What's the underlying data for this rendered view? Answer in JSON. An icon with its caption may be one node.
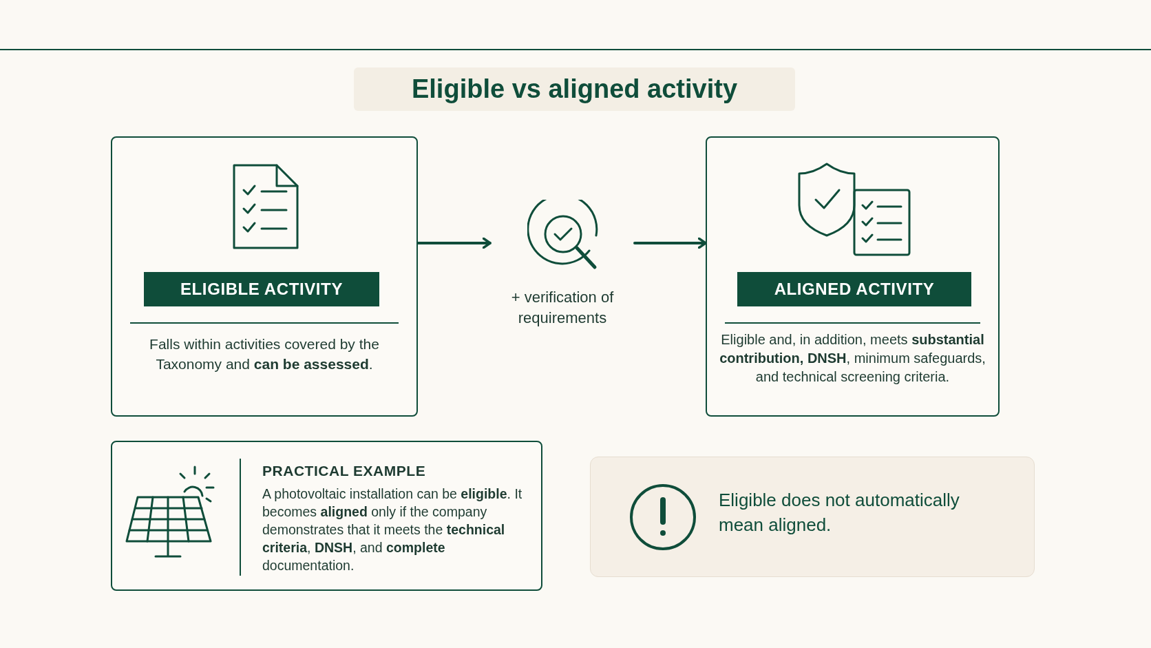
{
  "diagram": {
    "title": "Eligible vs aligned activity",
    "nodes": [
      {
        "text": [
          "ELIGIBLE ACTIVITY",
          "Falls within activities covered by the Taxonomy and **can be assessed**."
        ]
      },
      {
        "text": [
          "+ verification of requirements"
        ]
      },
      {
        "text": [
          "ALIGNED ACTIVITY",
          "Eligible and, in addition, meets **substantial contribution, DNSH**, minimum safeguards, and technical screening criteria."
        ]
      },
      {
        "text": [
          "PRACTICAL EXAMPLE",
          "A photovoltaic installation can be **eligible**. It becomes **aligned** only if the company demonstrates that it meets the **technical criteria**, **DNSH**, and **complete** documentation."
        ]
      },
      {
        "text": [
          "Eligible does not automatically mean aligned."
        ]
      }
    ],
    "edges": [
      {
        "from": 0,
        "to": 1,
        "arrow": "to"
      },
      {
        "from": 1,
        "to": 2,
        "arrow": "to"
      }
    ]
  }
}
